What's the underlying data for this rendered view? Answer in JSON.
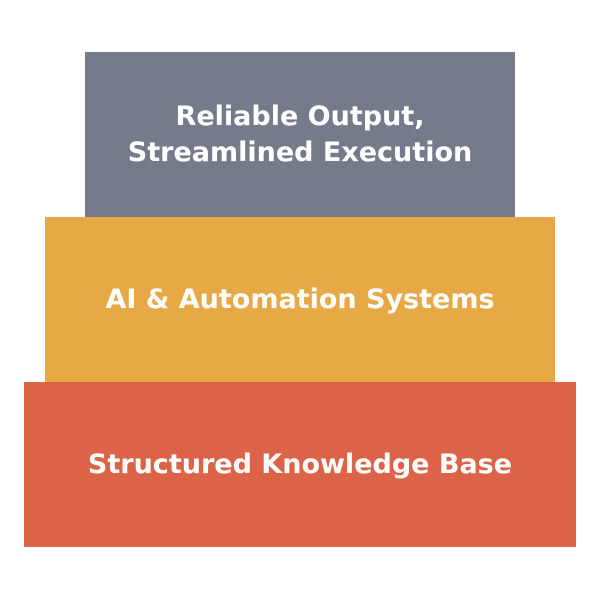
{
  "pyramid": {
    "tiers": [
      {
        "lines": [
          "Reliable Output,",
          "Streamlined Execution"
        ],
        "color": "#767b8c"
      },
      {
        "lines": [
          "AI & Automation Systems"
        ],
        "color": "#e7a946"
      },
      {
        "lines": [
          "Structured Knowledge Base"
        ],
        "color": "#dc6347"
      }
    ]
  }
}
